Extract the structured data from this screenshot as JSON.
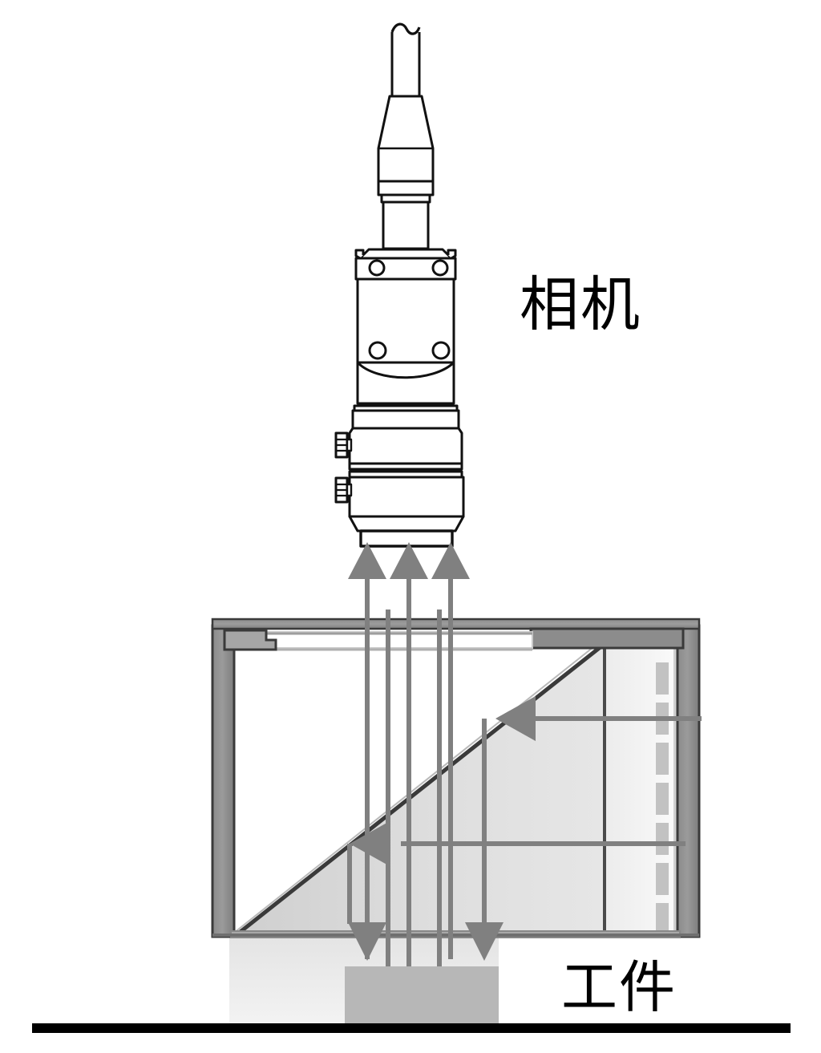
{
  "diagram": {
    "title": "Coaxial illumination machine-vision inspection schematic",
    "labels": {
      "camera": "相机",
      "workpiece": "工件"
    },
    "colors": {
      "outline": "#1a1a1a",
      "body_fill": "#ffffff",
      "ray": "#808080",
      "arrow": "#808080",
      "housing_frame": "#6e6e6e",
      "housing_frame_dark": "#7a7a7a",
      "prism_light": "#e8e8e8",
      "prism_mid": "#d2d2d2",
      "led_chip": "#c2c2c2",
      "workpiece_fill": "#b7b7b7",
      "ground_line": "#000000",
      "shadow": "#f0f0f0",
      "window_white": "#ffffff"
    },
    "components": [
      {
        "name": "camera-assembly",
        "parts": [
          "cable-stub-with-break-symbol",
          "strain-relief-cone",
          "connector-collar",
          "camera-neck",
          "camera-body-with-mounting-holes",
          "lens-adapter-ring",
          "lens-barrel-upper",
          "lens-barrel-lower",
          "lens-mount-flange",
          "focus-knob-upper",
          "focus-knob-lower"
        ],
        "mounting_holes": 4
      },
      {
        "name": "coaxial-light-housing",
        "parts": [
          "housing-top-rail",
          "housing-left-wall",
          "housing-right-wall",
          "housing-bottom-rail",
          "top-left-bracket-notch",
          "top-window-strip",
          "beam-splitter-diagonal-mirror",
          "led-bar-right",
          "led-chip-array"
        ],
        "led_chip_count": 8
      },
      {
        "name": "workpiece",
        "parts": [
          "workpiece-block",
          "workpiece-shadow",
          "ground-baseline"
        ]
      }
    ],
    "rays": {
      "up_arrow_count": 3,
      "down_arrow_count": 2,
      "left_arrow_count": 2,
      "vertical_ray_count": 5,
      "horizontal_ray_count": 2,
      "description": "Light from the right-side LED bar travels left, reflects off the 45-degree beam splitter downward onto the workpiece, then returns upward into the camera lens."
    }
  }
}
